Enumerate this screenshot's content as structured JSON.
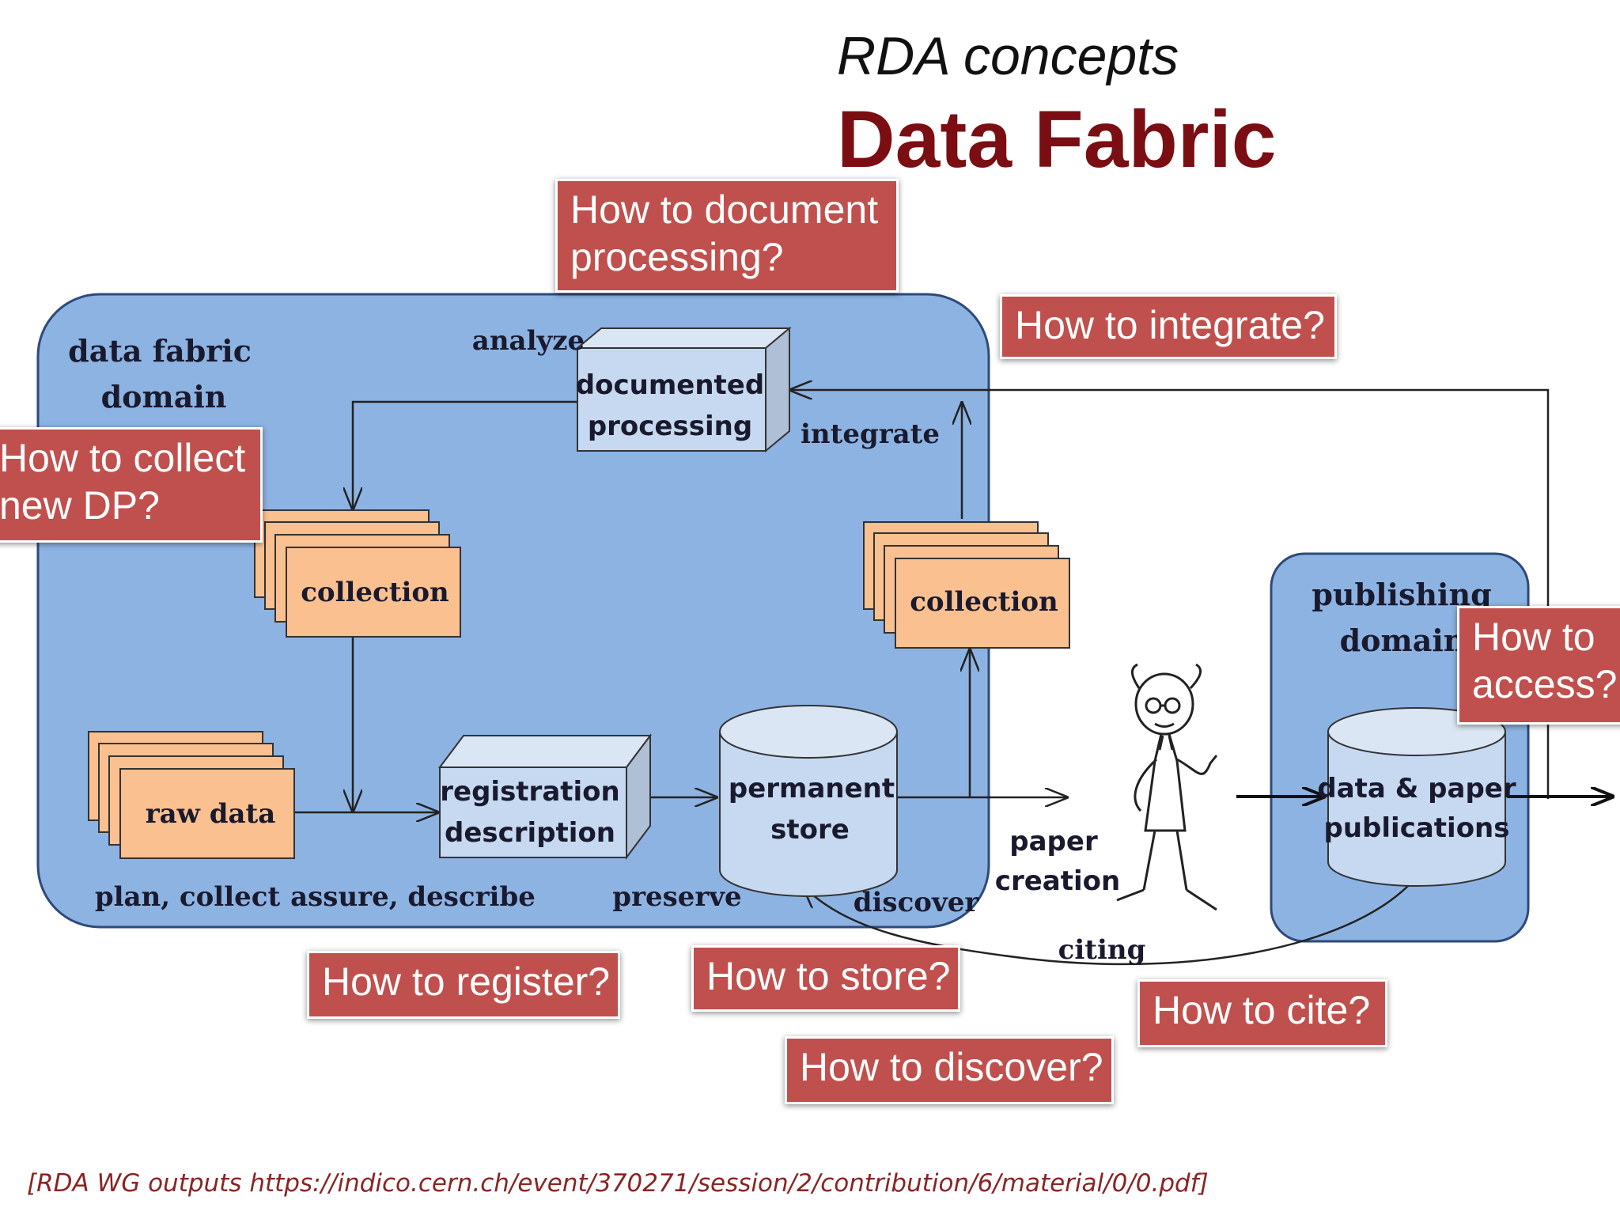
{
  "title": {
    "sub": "RDA concepts",
    "main": "Data Fabric"
  },
  "diagram": {
    "domain_label": [
      "data fabric",
      "domain"
    ],
    "publishing_label": [
      "publishing",
      "domain"
    ],
    "boxes": {
      "documented_processing": [
        "documented",
        "processing"
      ],
      "collection_left": "collection",
      "collection_right": "collection",
      "raw_data": "raw data",
      "registration_description": [
        "registration",
        "description"
      ],
      "permanent_store": [
        "permanent",
        "store"
      ],
      "data_paper_publications": [
        "data & paper",
        "publications"
      ]
    },
    "labels": {
      "analyze": "analyze",
      "integrate": "integrate",
      "plan_collect": "plan, collect",
      "assure_describe": "assure, describe",
      "preserve": "preserve",
      "discover": "discover",
      "paper_creation": [
        "paper",
        "creation"
      ],
      "citing": "citing"
    }
  },
  "questions": {
    "document_processing": "How to document processing?",
    "integrate": "How to integrate?",
    "collect": "How to collect new DP?",
    "access": "How to access?",
    "register": "How to register?",
    "store": "How to store?",
    "cite": "How to cite?",
    "discover": "How to discover?"
  },
  "citation": "[RDA WG outputs https://indico.cern.ch/event/370271/session/2/contribution/6/material/0/0.pdf]",
  "colors": {
    "domain_fill": "#8db3e2",
    "box_fill": "#fac090",
    "cylinder_fill": "#c6d9f1",
    "question_fill": "#c0504d",
    "title_red": "#7a0e12"
  },
  "icons": {
    "scientist": "thinking-scientist-figure"
  }
}
